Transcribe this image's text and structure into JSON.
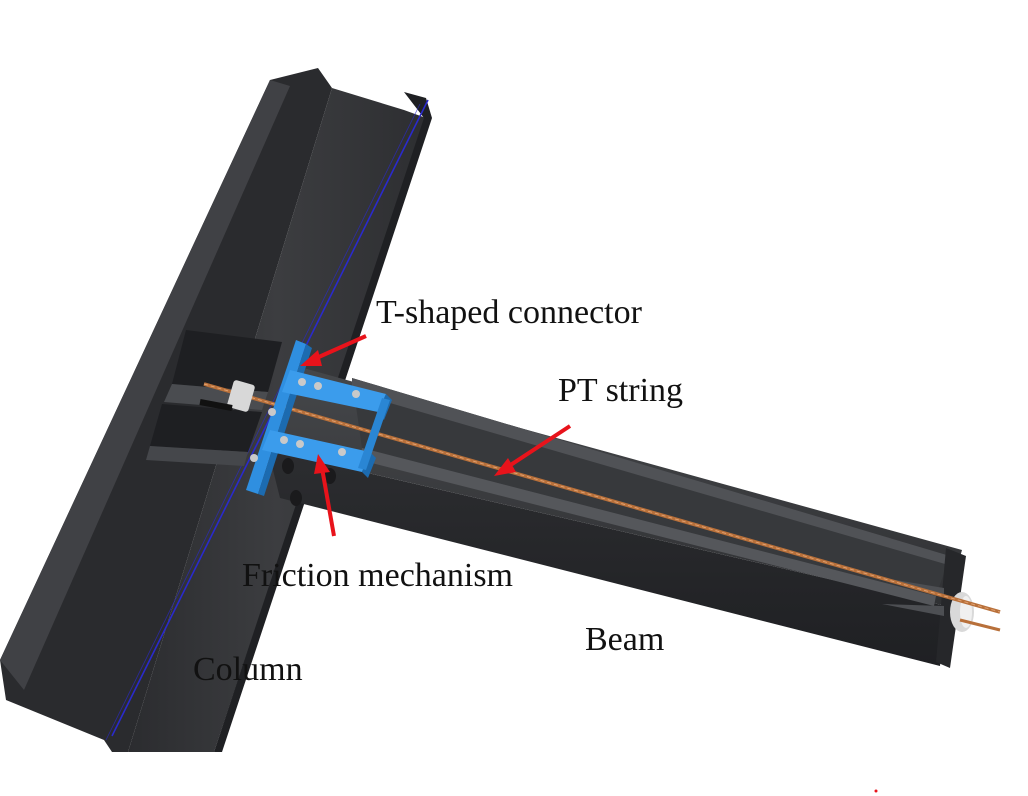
{
  "labels": {
    "t_shaped_connector": "T-shaped connector",
    "pt_string": "PT string",
    "friction_mechanism": "Friction mechanism",
    "beam": "Beam",
    "column": "Column"
  },
  "colors": {
    "steel": "#3a3b3d",
    "steel_dark": "#222326",
    "steel_light": "#55575a",
    "connector_blue": "#2f8fe0",
    "pt_strand": "#b8703a",
    "arrow_red": "#e8131b",
    "column_edge_line": "#2a2acc"
  },
  "icons": {
    "arrow": "red-arrow-icon"
  }
}
